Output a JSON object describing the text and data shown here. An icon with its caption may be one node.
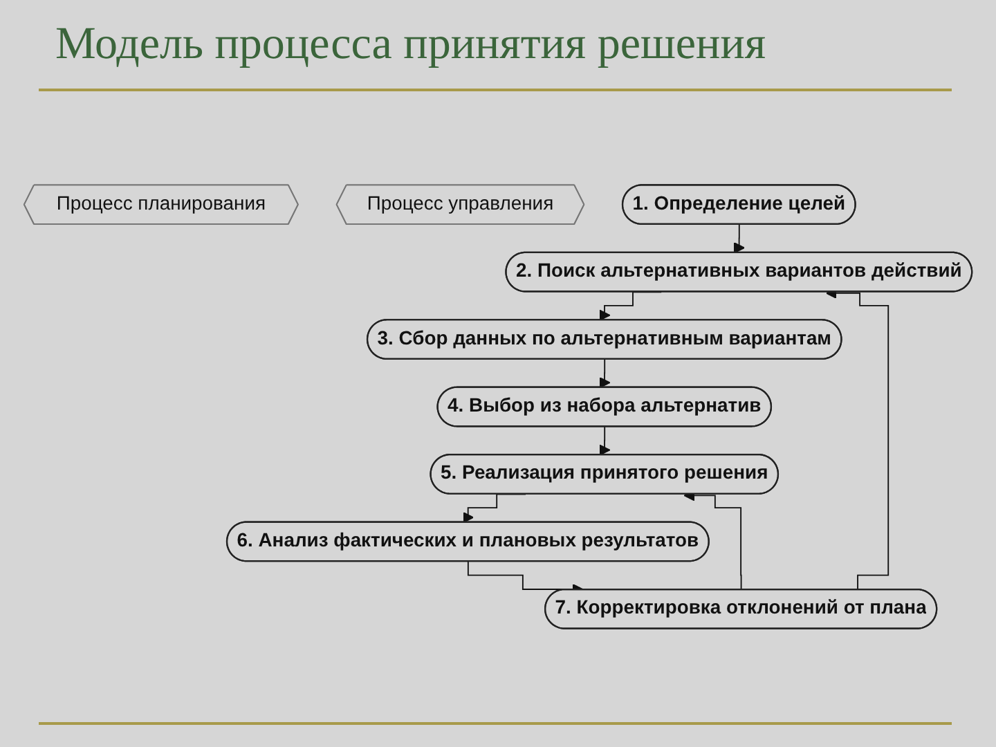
{
  "diagram": {
    "title": "Модель процесса принятия решения",
    "nodes": [
      {
        "text": [
          "1. Определение целей"
        ]
      },
      {
        "text": [
          "2. Поиск альтернативных вариантов действий"
        ]
      },
      {
        "text": [
          "3. Сбор данных по альтернативным вариантам"
        ]
      },
      {
        "text": [
          "4. Выбор из набора альтернатив"
        ]
      },
      {
        "text": [
          "5. Реализация принятого решения"
        ]
      },
      {
        "text": [
          "6. Анализ фактических и плановых результатов"
        ]
      },
      {
        "text": [
          "7. Корректировка отклонений от плана"
        ]
      },
      {
        "text": [
          "Процесс планирования"
        ]
      },
      {
        "text": [
          "Процесс управления"
        ]
      }
    ],
    "edges": [
      {
        "from": 0,
        "to": 1,
        "arrow": "to"
      },
      {
        "from": 1,
        "to": 2,
        "arrow": "to"
      },
      {
        "from": 2,
        "to": 3,
        "arrow": "to"
      },
      {
        "from": 3,
        "to": 4,
        "arrow": "to"
      },
      {
        "from": 4,
        "to": 5,
        "arrow": "to"
      },
      {
        "from": 5,
        "to": 6,
        "arrow": "to"
      },
      {
        "from": 6,
        "to": 1,
        "arrow": "to"
      },
      {
        "from": 6,
        "to": 4,
        "arrow": "to"
      }
    ]
  }
}
